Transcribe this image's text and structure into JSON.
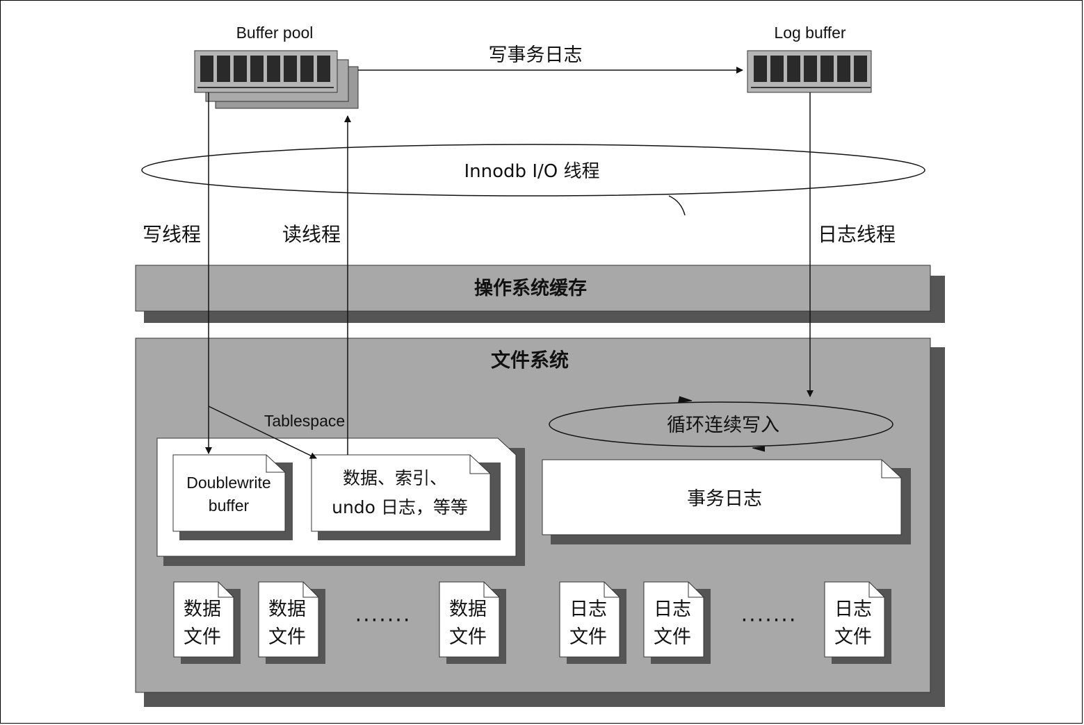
{
  "buffer_pool": {
    "label": "Buffer pool"
  },
  "log_buffer": {
    "label": "Log buffer"
  },
  "write_txn_log": "写事务日志",
  "io_threads": "Innodb I/O 线程",
  "write_thread": "写线程",
  "read_thread": "读线程",
  "log_thread": "日志线程",
  "os_cache": "操作系统缓存",
  "file_system": "文件系统",
  "tablespace": {
    "label": "Tablespace",
    "doublewrite": [
      "Doublewrite",
      "buffer"
    ],
    "data_index": [
      "数据、索引、",
      "undo 日志，等等"
    ]
  },
  "circular_write": "循环连续写入",
  "txn_log": "事务日志",
  "data_files": [
    [
      "数据",
      "文件"
    ],
    [
      "数据",
      "文件"
    ],
    [
      "数据",
      "文件"
    ]
  ],
  "log_files": [
    [
      "日志",
      "文件"
    ],
    [
      "日志",
      "文件"
    ],
    [
      "日志",
      "文件"
    ]
  ],
  "ellipsis": "·······",
  "colors": {
    "panel": "#a8a8a8",
    "shadow": "#555555",
    "chip": "#2a2a2a",
    "board": "#b5b5b5"
  }
}
